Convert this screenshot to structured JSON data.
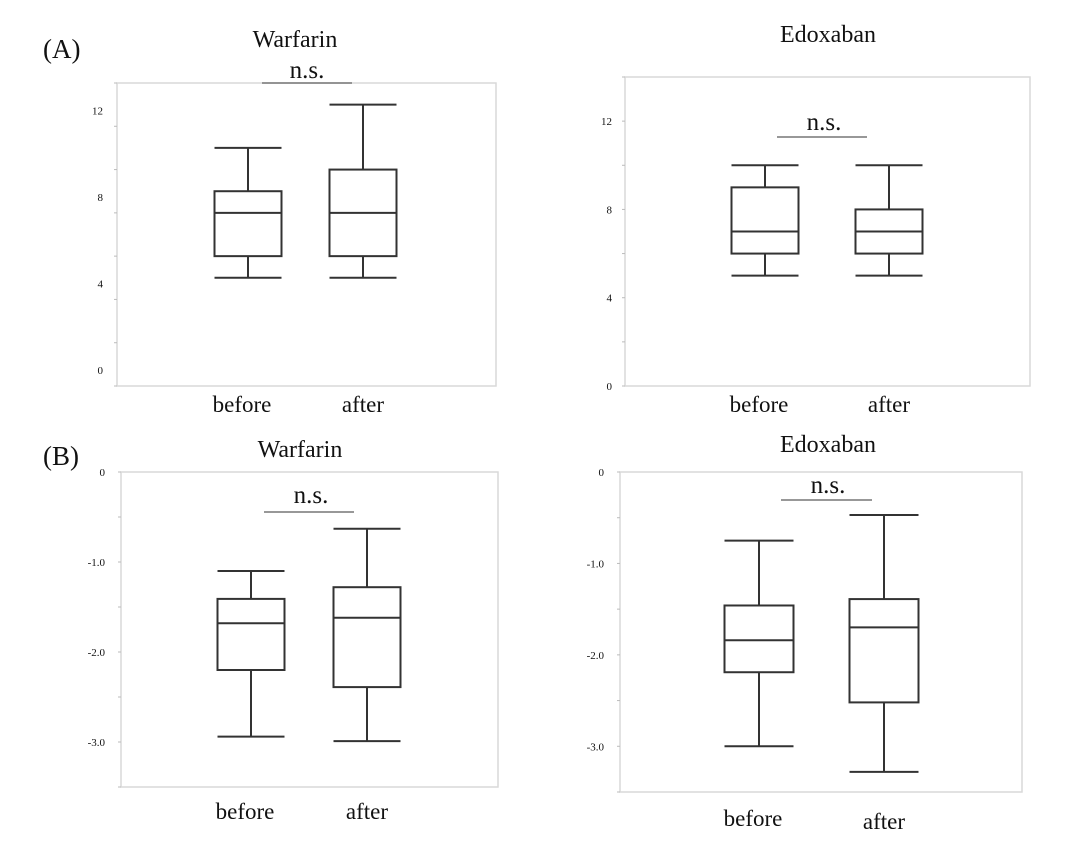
{
  "panel_labels": [
    "(A)",
    "(B)"
  ],
  "chart_data": [
    {
      "type": "box",
      "panel": "(A)",
      "title": "Warfarin",
      "annotation": "n.s.",
      "categories": [
        "before",
        "after"
      ],
      "ylim": [
        0,
        14
      ],
      "yticks": [
        0,
        4,
        8,
        12
      ],
      "ytick_labels": [
        "0",
        "4",
        "8",
        "12"
      ],
      "boxes": [
        {
          "name": "before",
          "min": 5,
          "q1": 6,
          "median": 8,
          "q3": 9,
          "max": 11
        },
        {
          "name": "after",
          "min": 5,
          "q1": 6,
          "median": 8,
          "q3": 10,
          "max": 13
        }
      ]
    },
    {
      "type": "box",
      "panel": "(A)",
      "title": "Edoxaban",
      "annotation": "n.s.",
      "categories": [
        "before",
        "after"
      ],
      "ylim": [
        0,
        14
      ],
      "yticks": [
        0,
        4,
        8,
        12
      ],
      "ytick_labels": [
        "0",
        "4",
        "8",
        "12"
      ],
      "boxes": [
        {
          "name": "before",
          "min": 5,
          "q1": 6,
          "median": 7,
          "q3": 9,
          "max": 10
        },
        {
          "name": "after",
          "min": 5,
          "q1": 6,
          "median": 7,
          "q3": 8,
          "max": 10
        }
      ]
    },
    {
      "type": "box",
      "panel": "(B)",
      "title": "Warfarin",
      "annotation": "n.s.",
      "categories": [
        "before",
        "after"
      ],
      "ylim": [
        -3.5,
        0
      ],
      "yticks": [
        0,
        -1,
        -2,
        -3
      ],
      "ytick_labels": [
        "0",
        "-1.0",
        "-2.0",
        "-3.0"
      ],
      "boxes": [
        {
          "name": "before",
          "min": -2.94,
          "q1": -2.2,
          "median": -1.68,
          "q3": -1.41,
          "max": -1.1
        },
        {
          "name": "after",
          "min": -2.99,
          "q1": -2.39,
          "median": -1.62,
          "q3": -1.28,
          "max": -0.63
        }
      ]
    },
    {
      "type": "box",
      "panel": "(B)",
      "title": "Edoxaban",
      "annotation": "n.s.",
      "categories": [
        "before",
        "after"
      ],
      "ylim": [
        -3.5,
        0
      ],
      "yticks": [
        0,
        -1,
        -2,
        -3
      ],
      "ytick_labels": [
        "0",
        "-1.0",
        "-2.0",
        "-3.0"
      ],
      "boxes": [
        {
          "name": "before",
          "min": -3.0,
          "q1": -2.19,
          "median": -1.84,
          "q3": -1.46,
          "max": -0.75
        },
        {
          "name": "after",
          "min": -3.28,
          "q1": -2.52,
          "median": -1.7,
          "q3": -1.39,
          "max": -0.47
        }
      ]
    }
  ]
}
